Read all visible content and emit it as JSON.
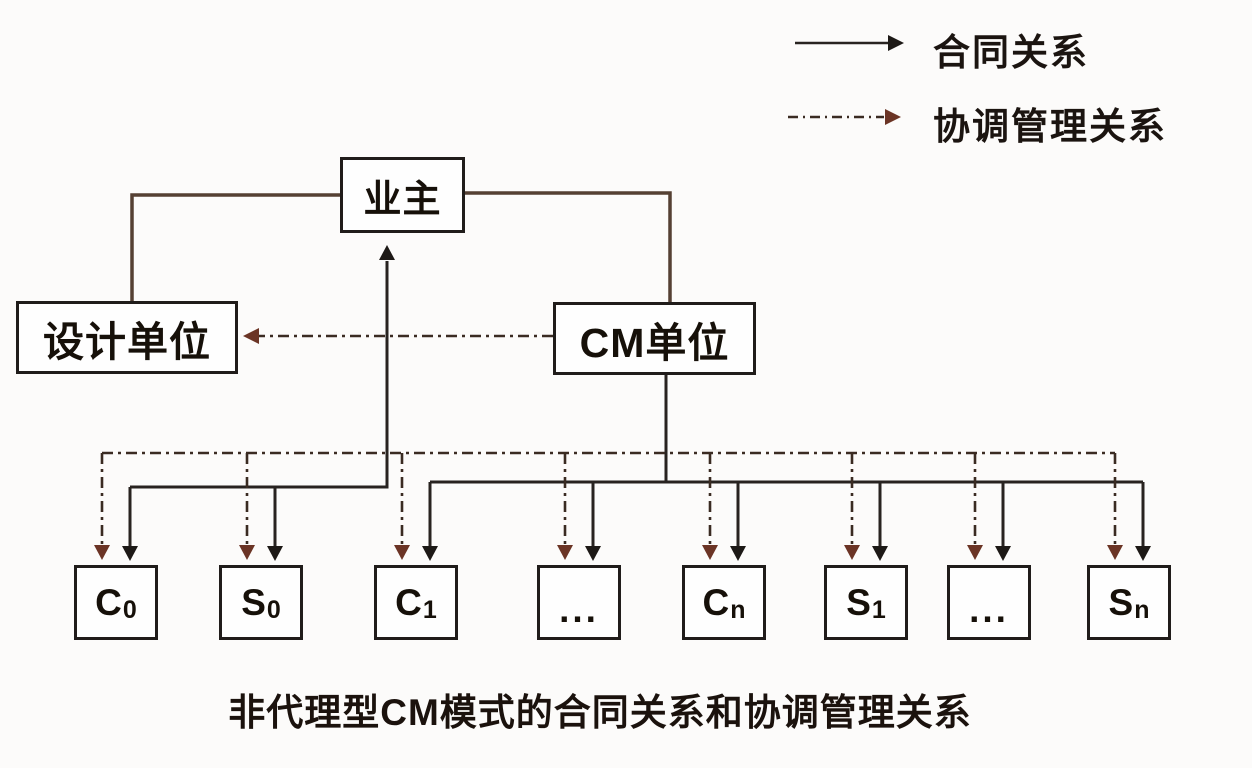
{
  "legend": {
    "items": [
      {
        "id": "contract",
        "label": "合同关系",
        "line_style": "solid"
      },
      {
        "id": "coordination",
        "label": "协调管理关系",
        "line_style": "dash-dot"
      }
    ]
  },
  "nodes": {
    "owner": {
      "label": "业主"
    },
    "design": {
      "label": "设计单位"
    },
    "cm": {
      "label": "CM单位"
    },
    "contractors": [
      {
        "id": "c0",
        "main": "C",
        "sub": "0"
      },
      {
        "id": "s0",
        "main": "S",
        "sub": "0"
      },
      {
        "id": "c1",
        "main": "C",
        "sub": "1"
      },
      {
        "id": "dots1",
        "main": "...",
        "sub": ""
      },
      {
        "id": "cn",
        "main": "C",
        "sub": "n"
      },
      {
        "id": "s1",
        "main": "S",
        "sub": "1"
      },
      {
        "id": "dots2",
        "main": "...",
        "sub": ""
      },
      {
        "id": "sn",
        "main": "S",
        "sub": "n"
      }
    ]
  },
  "caption": "非代理型CM模式的合同关系和协调管理关系",
  "colors": {
    "background": "#fcfbfa",
    "contract_line": "#282320",
    "owner_link": "#554033",
    "coordination_line": "#3a2b22",
    "coordination_arrow": "#6b3425",
    "contract_arrow": "#1d1916",
    "box_border": "#201c1a",
    "text": "#161009"
  }
}
